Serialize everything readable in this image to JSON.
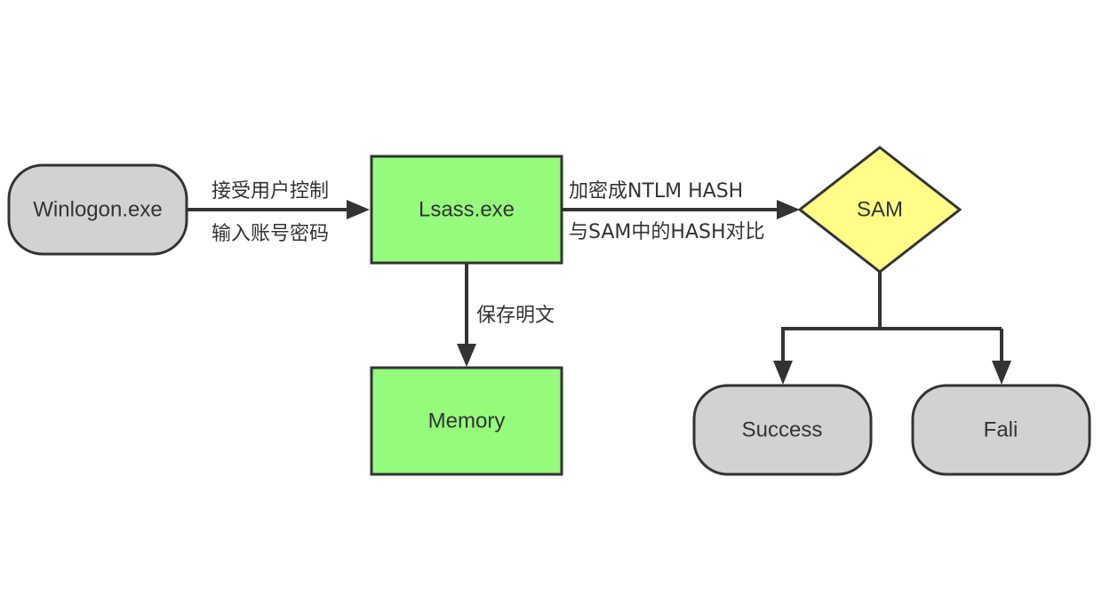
{
  "nodes": {
    "winlogon": {
      "label": "Winlogon.exe"
    },
    "lsass": {
      "label": "Lsass.exe"
    },
    "memory": {
      "label": "Memory"
    },
    "sam": {
      "label": "SAM"
    },
    "success": {
      "label": "Success"
    },
    "fail": {
      "label": "Fali"
    }
  },
  "edges": {
    "winlogon_to_lsass": {
      "line1": "接受用户控制",
      "line2": "输入账号密码"
    },
    "lsass_to_sam": {
      "line1": "加密成NTLM HASH",
      "line2": "与SAM中的HASH对比"
    },
    "lsass_to_memory": {
      "label": "保存明文"
    }
  },
  "colors": {
    "terminal_fill": "#d2d2d2",
    "process_fill": "#94fb7c",
    "decision_fill": "#ffff88",
    "stroke": "#333333"
  }
}
